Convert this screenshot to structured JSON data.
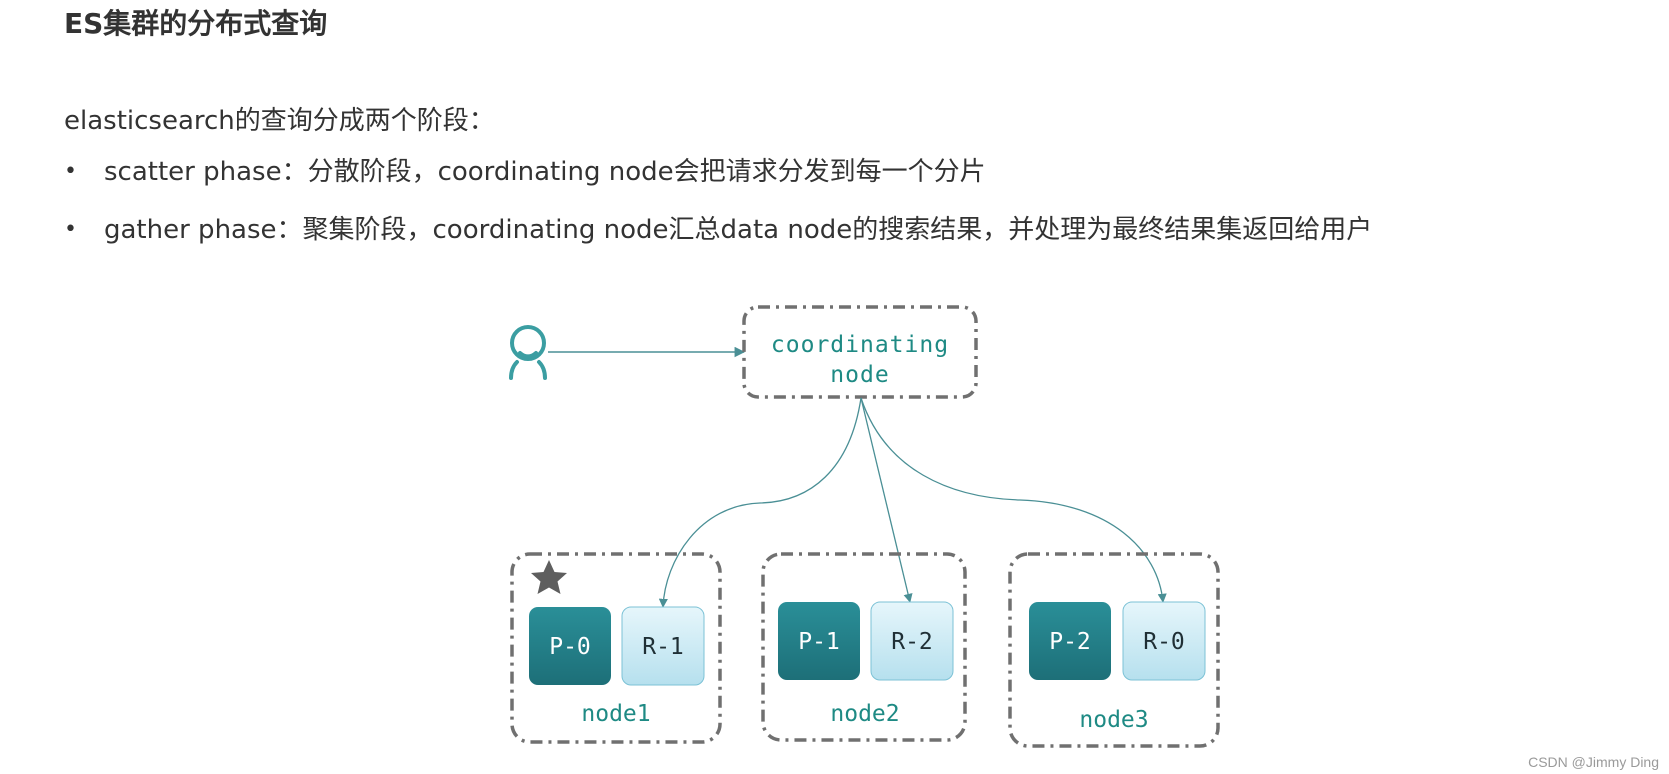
{
  "title": "ES集群的分布式查询",
  "intro": "elasticsearch的查询分成两个阶段：",
  "bullets": [
    {
      "text": "scatter phase：分散阶段，coordinating node会把请求分发到每一个分片"
    },
    {
      "text": "gather phase：聚集阶段，coordinating node汇总data node的搜索结果，并处理为最终结果集返回给用户"
    }
  ],
  "diagram": {
    "coordinator": {
      "line1": "coordinating",
      "line2": "node"
    },
    "nodes": [
      {
        "label": "node1",
        "primary": "P-0",
        "replica": "R-1"
      },
      {
        "label": "node2",
        "primary": "P-1",
        "replica": "R-2"
      },
      {
        "label": "node3",
        "primary": "P-2",
        "replica": "R-0"
      }
    ],
    "colors": {
      "teal_text": "#1e8a84",
      "primary_fill": "#24818a",
      "replica_fill": "#c9eaf4",
      "arrow": "#4a8f95",
      "border": "#707070"
    },
    "icons": [
      "user-icon",
      "star-icon"
    ]
  },
  "watermark": "CSDN @Jimmy Ding"
}
